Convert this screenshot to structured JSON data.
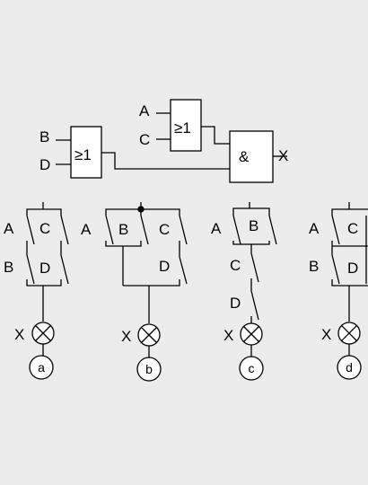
{
  "logic": {
    "gate1": {
      "symbol": "≥1",
      "inputs": [
        "B",
        "D"
      ]
    },
    "gate2": {
      "symbol": "≥1",
      "inputs": [
        "A",
        "C"
      ]
    },
    "gate3": {
      "symbol": "&",
      "output": "X"
    }
  },
  "circuits": [
    {
      "caption": "a",
      "lamp_label": "X",
      "switches": [
        "A",
        "C",
        "B",
        "D"
      ]
    },
    {
      "caption": "b",
      "lamp_label": "X",
      "switches": [
        "A",
        "B",
        "C",
        "D"
      ]
    },
    {
      "caption": "c",
      "lamp_label": "X",
      "switches": [
        "A",
        "B",
        "C",
        "D"
      ]
    },
    {
      "caption": "d",
      "lamp_label": "X",
      "switches": [
        "A",
        "C",
        "B",
        "D"
      ]
    }
  ]
}
